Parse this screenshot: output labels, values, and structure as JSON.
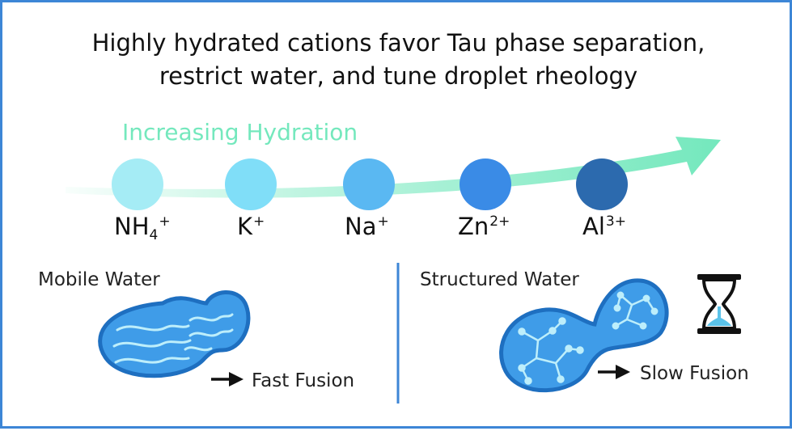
{
  "title": {
    "line1": "Highly hydrated cations favor Tau phase separation,",
    "line2": "restrict water, and tune droplet rheology"
  },
  "arrow_label": "Increasing Hydration",
  "ions": [
    {
      "base": "NH",
      "sub": "4",
      "sup": "+",
      "color": "#a5ecf5"
    },
    {
      "base": "K",
      "sub": "",
      "sup": "+",
      "color": "#80def8"
    },
    {
      "base": "Na",
      "sub": "",
      "sup": "+",
      "color": "#5ab8f2"
    },
    {
      "base": "Zn",
      "sub": "",
      "sup": "2+",
      "color": "#3a8be6"
    },
    {
      "base": "Al",
      "sub": "",
      "sup": "3+",
      "color": "#2c6aae"
    }
  ],
  "left_panel": {
    "heading": "Mobile Water",
    "caption": "Fast Fusion"
  },
  "right_panel": {
    "heading": "Structured Water",
    "caption": "Slow Fusion"
  },
  "colors": {
    "border": "#3d86d6",
    "arrow": "#74e8bd",
    "droplet_fill": "#3f9ce8",
    "droplet_outline": "#1e6fc0",
    "droplet_detail": "#bdeefb",
    "divider": "#3d86d6",
    "hourglass_sand": "#5bc3ea"
  },
  "icons": [
    "right-arrow-icon",
    "hourglass-icon"
  ]
}
